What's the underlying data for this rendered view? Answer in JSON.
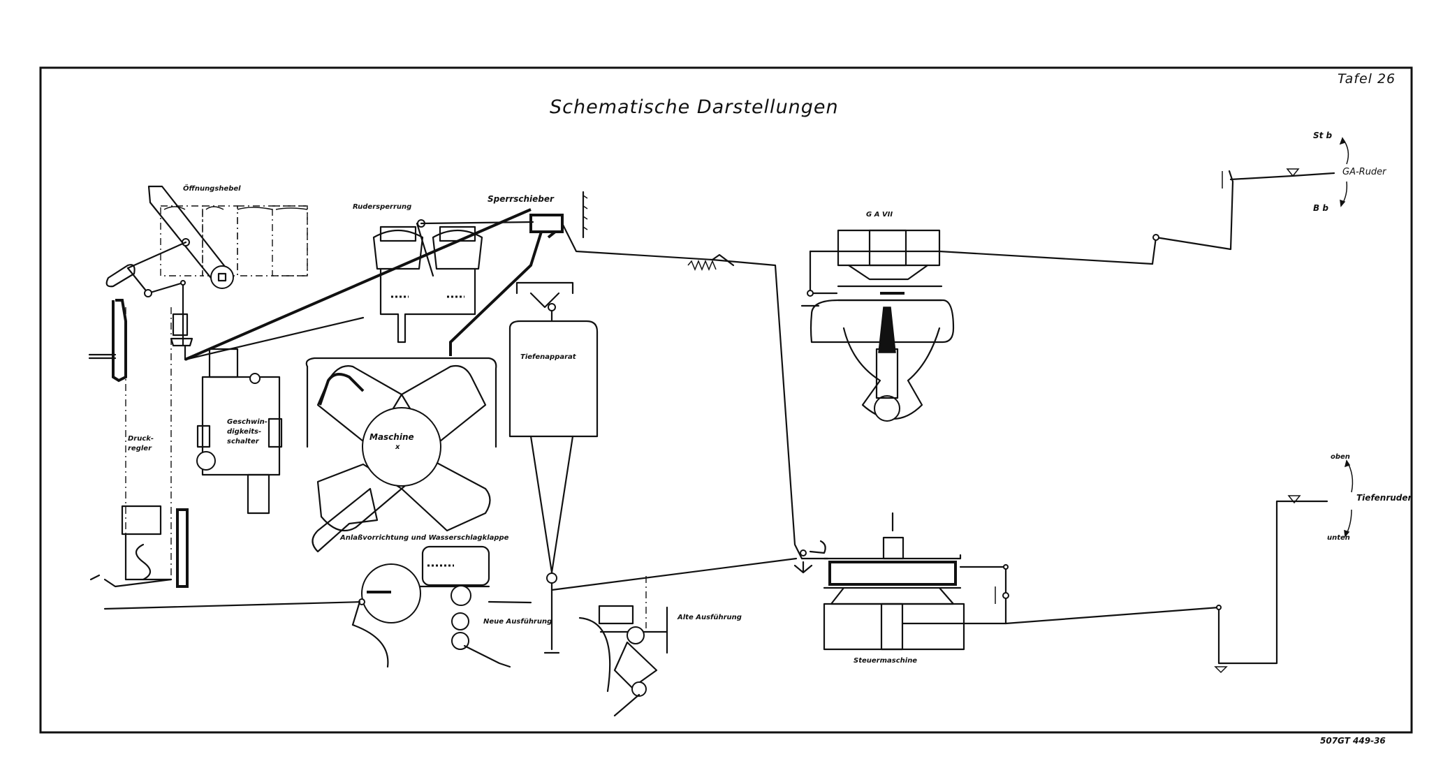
{
  "document": {
    "title": "Schematische Darstellungen",
    "plate_number": "Tafel 26",
    "reference_code": "507GT 449-36"
  },
  "labels": {
    "oeffnungshebel": "Öffnungshebel",
    "ruedersperrung": "Rudersperrung",
    "sperrschieber": "Sperrschieber",
    "druckregler": "Druck-regler",
    "geschwindigkeitsschalter": "Geschwin-digkeits-schalter",
    "maschine": "Maschine",
    "maschine_marker": "x",
    "tiefenapparat": "Tiefenapparat",
    "anlassvorrichtung": "Anlaßvorrichtung und Wasserschlagklappe",
    "neue_ausfuehrung": "Neue Ausführung",
    "alte_ausfuehrung": "Alte Ausführung",
    "gav": "G A VII",
    "steuermaschine": "Steuermaschine",
    "ga_ruder": "GA-Ruder",
    "steuerbord": "St b",
    "backbord": "B b",
    "tiefenruder": "Tiefenruder",
    "oben": "oben",
    "unten": "unten"
  },
  "icons": {
    "pivot": "circle-pivot",
    "fixed_bearing": "triangle-bearing",
    "direction_arrow": "curved-arrow"
  },
  "colors": {
    "ink": "#111111",
    "paper": "#ffffff"
  }
}
